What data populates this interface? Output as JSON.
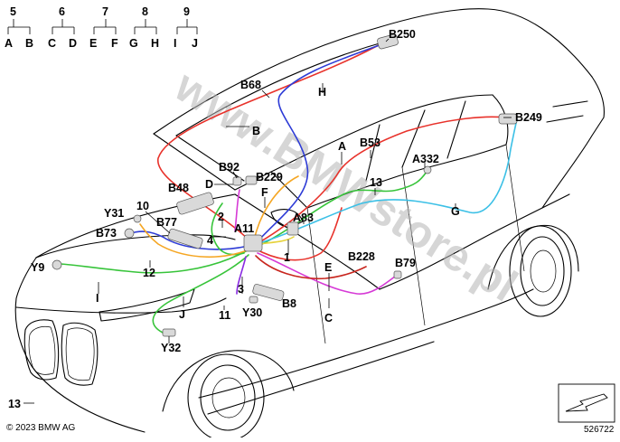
{
  "legend": [
    {
      "number": "5",
      "left": "A",
      "right": "B"
    },
    {
      "number": "6",
      "left": "C",
      "right": "D"
    },
    {
      "number": "7",
      "left": "E",
      "right": "F"
    },
    {
      "number": "8",
      "left": "G",
      "right": "H"
    },
    {
      "number": "9",
      "left": "I",
      "right": "J"
    }
  ],
  "labels": {
    "B250": "B250",
    "B68": "B68",
    "H": "H",
    "B": "B",
    "B249": "B249",
    "A": "A",
    "B53": "B53",
    "A332": "A332",
    "B92": "B92",
    "B229": "B229",
    "D": "D",
    "F": "F",
    "B48": "B48",
    "n13_top": "13",
    "n10": "10",
    "Y31": "Y31",
    "n2": "2",
    "A11": "A11",
    "A83": "A83",
    "G": "G",
    "B77": "B77",
    "B73": "B73",
    "n4": "4",
    "n1": "1",
    "B228": "B228",
    "B79": "B79",
    "Y9": "Y9",
    "n12": "12",
    "E": "E",
    "I": "I",
    "n3": "3",
    "B8": "B8",
    "C": "C",
    "J": "J",
    "n11": "11",
    "Y30": "Y30",
    "Y32": "Y32",
    "n13_bottom": "13"
  },
  "watermark": "www.BMWstore.pl",
  "copyright": "© 2023 BMW AG",
  "image_number": "526722",
  "colors": {
    "red": "#e8322b",
    "blue": "#2d3bd6",
    "green": "#37c43a",
    "cyan": "#3cc0e6",
    "orange": "#f5a623",
    "magenta": "#d63ad6",
    "yellow": "#e6d23a"
  }
}
